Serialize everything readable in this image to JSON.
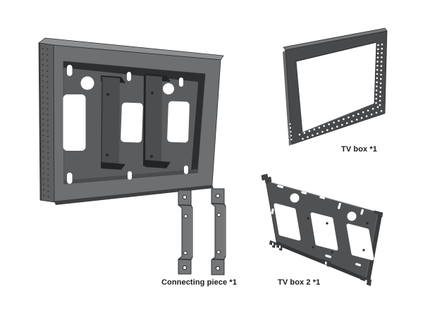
{
  "labels": {
    "tv_box": "TV box *1",
    "connecting_piece": "Connecting piece *1",
    "tv_box_2": "TV box 2 *1"
  },
  "colors": {
    "bg": "#ffffff",
    "label": "#1a1a1a",
    "steel_face": "#6d6f71",
    "steel_side": "#5d5f61",
    "steel_top": "#8d8f91",
    "steel_interior": "#5a5c5e",
    "steel_wall": "#2c2e30",
    "rail": "#4b4d4f",
    "flange": "#212325",
    "frame": "#47494b",
    "frame_top": "#767879",
    "plate2": "#4f5153",
    "lip": "#3a3c3e",
    "bracket": "#747678",
    "screw": "#26282a",
    "hole_dot": "#3a3c3e",
    "edge_dark": "#2a2c2e"
  }
}
